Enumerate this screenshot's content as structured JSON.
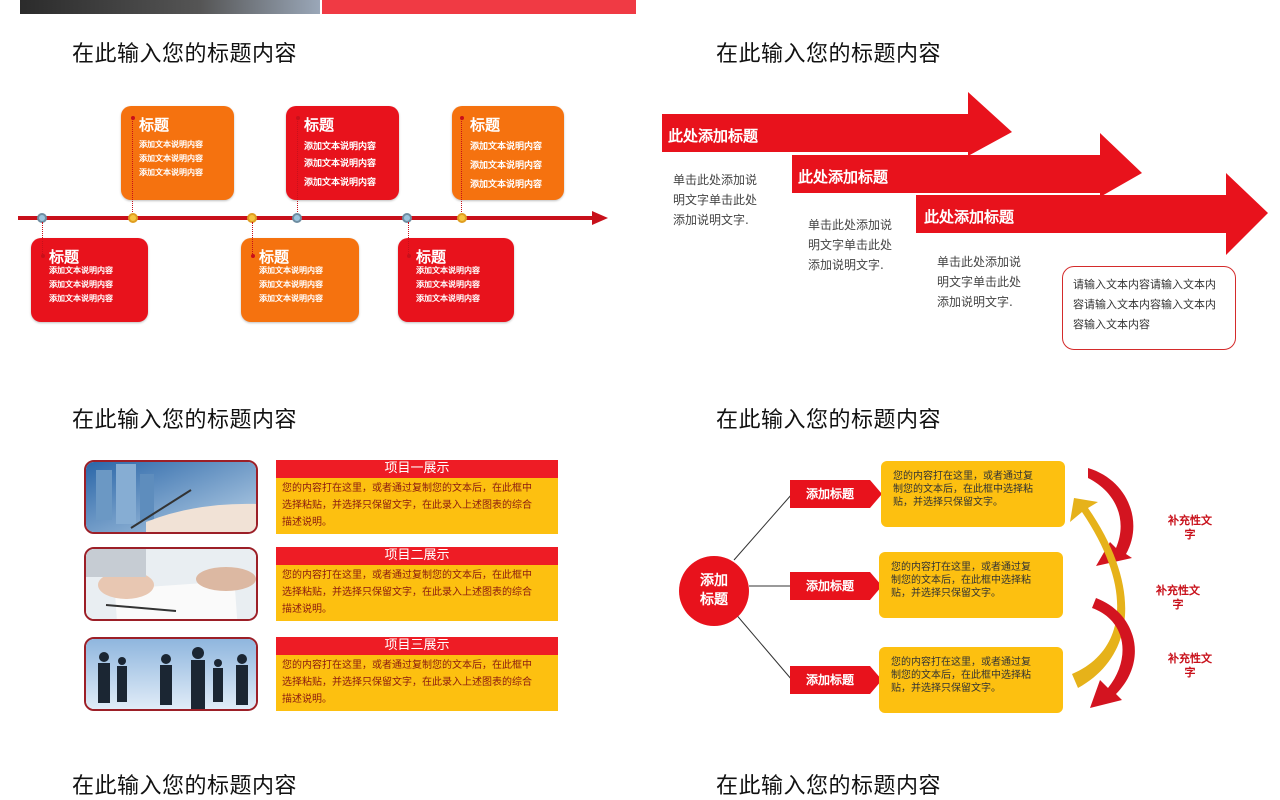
{
  "slide_title": "在此输入您的标题内容",
  "timeline": {
    "items": [
      {
        "title": "标题",
        "lines": [
          "添加文本说明内容",
          "添加文本说明内容",
          "添加文本说明内容"
        ]
      },
      {
        "title": "标题",
        "lines": [
          "添加文本说明内容",
          "添加文本说明内容",
          "添加文本说明内容"
        ]
      },
      {
        "title": "标题",
        "lines": [
          "添加文本说明内容",
          "添加文本说明内容",
          "添加文本说明内容"
        ]
      },
      {
        "title": "标题",
        "lines": [
          "添加文本说明内容",
          "添加文本说明内容",
          "添加文本说明内容"
        ]
      },
      {
        "title": "标题",
        "lines": [
          "添加文本说明内容",
          "添加文本说明内容",
          "添加文本说明内容"
        ]
      },
      {
        "title": "标题",
        "lines": [
          "添加文本说明内容",
          "添加文本说明内容",
          "添加文本说明内容"
        ]
      }
    ]
  },
  "arrows": {
    "labels": [
      "此处添加标题",
      "此处添加标题",
      "此处添加标题"
    ],
    "descs": [
      [
        "单击此处添加说",
        "明文字单击此处",
        "添加说明文字."
      ],
      [
        "单击此处添加说",
        "明文字单击此处",
        "添加说明文字."
      ],
      [
        "单击此处添加说",
        "明文字单击此处",
        "添加说明文字."
      ]
    ],
    "box_lines": [
      "请输入文本内容请输入文本内",
      "容请输入文本内容输入文本内",
      "容输入文本内容"
    ],
    "colors": {
      "primary": "#e8121c"
    }
  },
  "projects": {
    "items": [
      {
        "head": "项目一展示",
        "lines": [
          "您的内容打在这里，或者通过复制您的文本后，在此框中",
          "选择粘贴，并选择只保留文字，在此录入上述图表的综合",
          "描述说明。"
        ]
      },
      {
        "head": "项目二展示",
        "lines": [
          "您的内容打在这里，或者通过复制您的文本后，在此框中",
          "选择粘贴，并选择只保留文字，在此录入上述图表的综合",
          "描述说明。"
        ]
      },
      {
        "head": "项目三展示",
        "lines": [
          "您的内容打在这里，或者通过复制您的文本后，在此框中",
          "选择粘贴，并选择只保留文字，在此录入上述图表的综合",
          "描述说明。"
        ]
      }
    ],
    "colors": {
      "head": "#ee1c25",
      "body": "#fdc010"
    }
  },
  "mindmap": {
    "center": [
      "添加",
      "标题"
    ],
    "tags": [
      "添加标题",
      "添加标题",
      "添加标题"
    ],
    "boxes": [
      [
        "您的内容打在这里，或者通过复",
        "制您的文本后，在此框中选择粘",
        "贴，并选择只保留文字。"
      ],
      [
        "您的内容打在这里，或者通过复",
        "制您的文本后，在此框中选择粘",
        "贴，并选择只保留文字。"
      ],
      [
        "您的内容打在这里，或者通过复",
        "制您的文本后，在此框中选择粘",
        "贴，并选择只保留文字。"
      ]
    ],
    "side": [
      [
        "补充性文",
        "字"
      ],
      [
        "补充性文",
        "字"
      ],
      [
        "补充性文",
        "字"
      ]
    ]
  }
}
